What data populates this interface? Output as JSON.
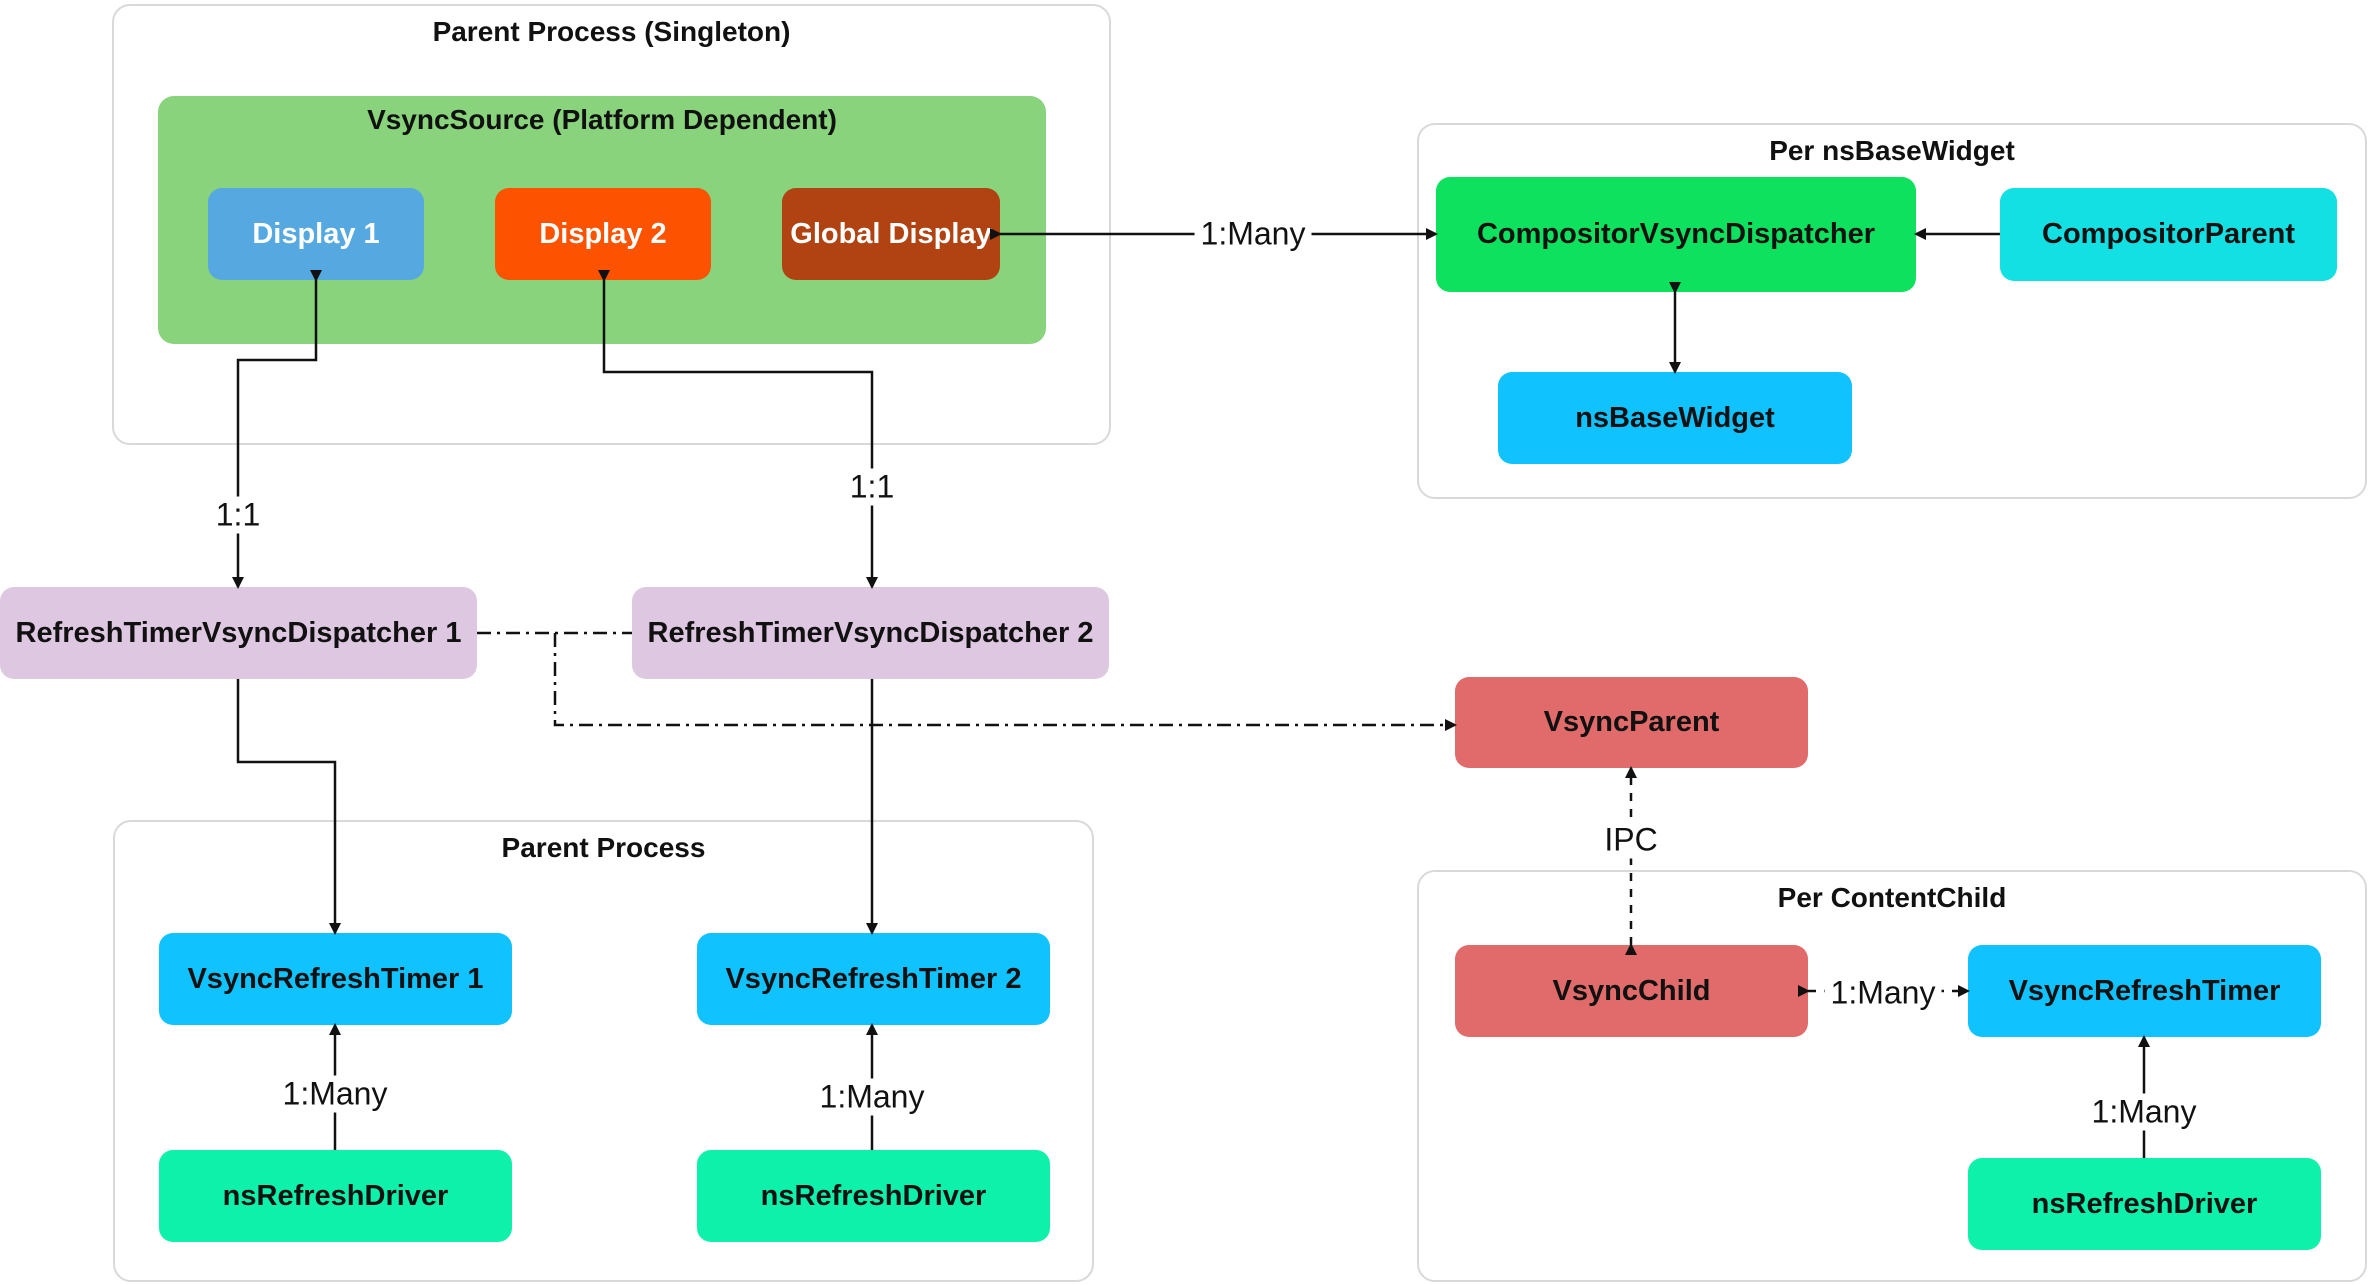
{
  "colors": {
    "display1": "#56a9e0",
    "display2": "#fd5200",
    "global_display": "#b04311",
    "vsync_source_bg": "#88d37b",
    "compositor_dispatcher": "#0ee15d",
    "compositor_parent": "#12e0e2",
    "blue_node": "#10c2fd",
    "mint_node": "#0ef1aa",
    "lavender_node": "#dec7e1",
    "vsync_red": "#e16b6a",
    "group_border": "#d9d9d9"
  },
  "groups": {
    "parent_singleton": "Parent Process (Singleton)",
    "vsync_source": "VsyncSource (Platform Dependent)",
    "per_nsbasewidget": "Per nsBaseWidget",
    "parent_process": "Parent Process",
    "per_contentchild": "Per ContentChild"
  },
  "nodes": {
    "display1": "Display 1",
    "display2": "Display 2",
    "global_display": "Global Display",
    "compositor_vsync_dispatcher": "CompositorVsyncDispatcher",
    "compositor_parent": "CompositorParent",
    "nsbasewidget": "nsBaseWidget",
    "refresh_dispatcher1": "RefreshTimerVsyncDispatcher 1",
    "refresh_dispatcher2": "RefreshTimerVsyncDispatcher 2",
    "vsync_parent": "VsyncParent",
    "vsync_refresh_timer1": "VsyncRefreshTimer 1",
    "vsync_refresh_timer2": "VsyncRefreshTimer 2",
    "ns_refresh_driver1": "nsRefreshDriver",
    "ns_refresh_driver2": "nsRefreshDriver",
    "vsync_child": "VsyncChild",
    "vsync_refresh_timer": "VsyncRefreshTimer",
    "ns_refresh_driver3": "nsRefreshDriver"
  },
  "edge_labels": {
    "global_to_compositor": "1:Many",
    "display1_dispatcher1": "1:1",
    "display2_dispatcher2": "1:1",
    "timer1_driver": "1:Many",
    "timer2_driver": "1:Many",
    "ipc": "IPC",
    "child_to_timer": "1:Many",
    "timer_driver3": "1:Many"
  }
}
